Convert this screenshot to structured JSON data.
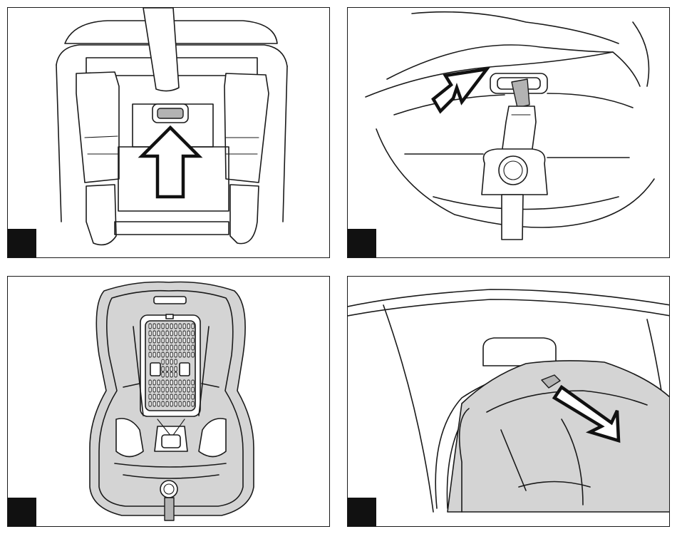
{
  "panels": [
    {
      "id": "step-1",
      "badge_color": "#111111"
    },
    {
      "id": "step-2",
      "badge_color": "#111111"
    },
    {
      "id": "step-3",
      "badge_color": "#111111"
    },
    {
      "id": "step-4",
      "badge_color": "#111111"
    }
  ],
  "colors": {
    "line": "#1a1a1a",
    "seat_gray": "#d4d4d4",
    "strap_gray": "#b3b3b3",
    "background": "#ffffff"
  },
  "icons": [
    "up-arrow-icon",
    "diagonal-arrow-icon",
    "release-button-icon",
    "buckle-icon"
  ]
}
